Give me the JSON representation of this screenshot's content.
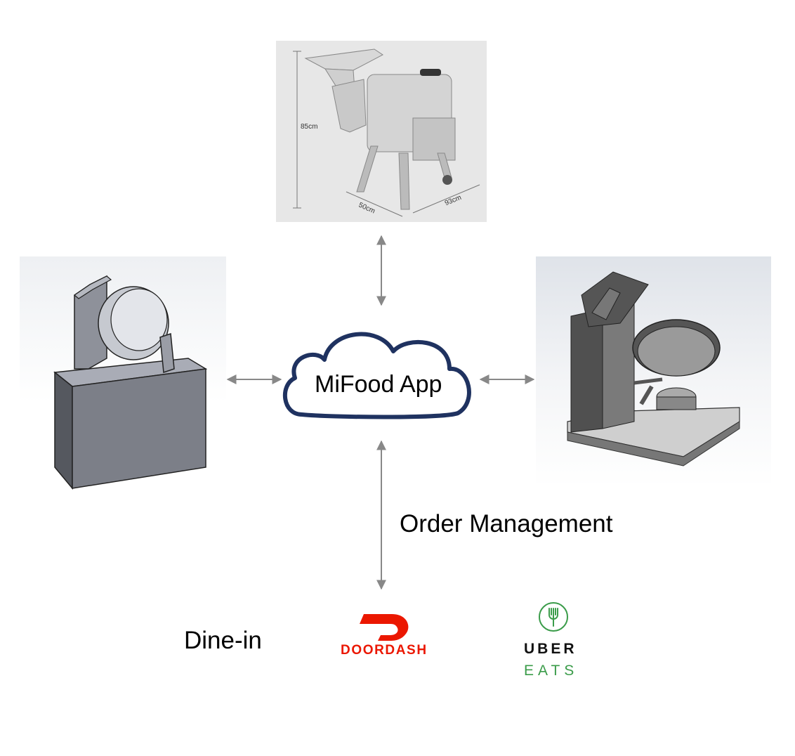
{
  "cloud": {
    "label": "MiFood App"
  },
  "order_management": {
    "label": "Order Management"
  },
  "channels": {
    "dine_in": "Dine-in",
    "doordash": "DOORDASH",
    "uber": "UBER",
    "eats": "EATS"
  },
  "slicer": {
    "height_dim": "85cm",
    "depth_dim": "50cm",
    "width_dim": "93cm"
  },
  "colors": {
    "cloud_stroke": "#1f3260",
    "arrow": "#888888",
    "doordash_red": "#eb1700",
    "uber_green": "#3b9c4a"
  }
}
